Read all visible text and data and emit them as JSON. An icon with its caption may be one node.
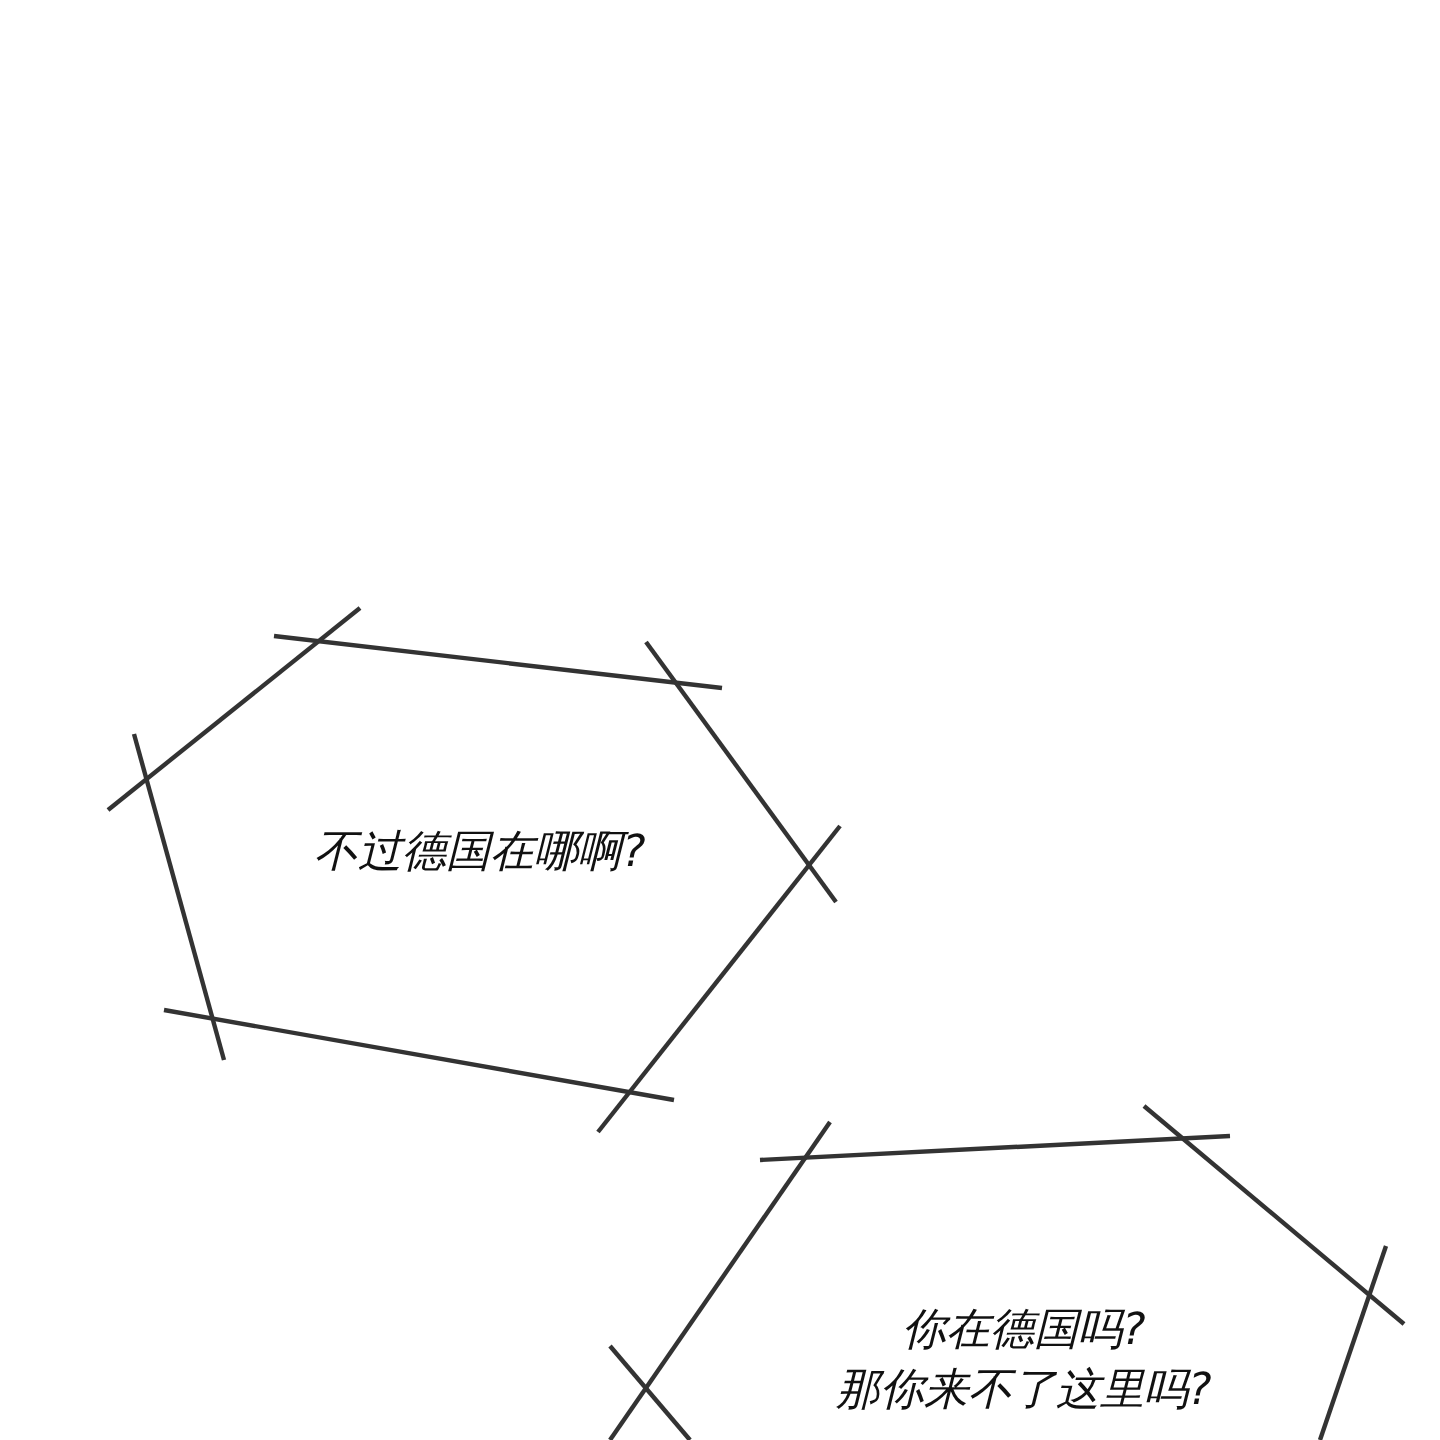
{
  "diagram": {
    "nodes": [
      {
        "text": [
          "不过德国在哪啊?"
        ]
      },
      {
        "text": [
          "你在德国吗?",
          "那你来不了这里吗?"
        ]
      }
    ]
  }
}
